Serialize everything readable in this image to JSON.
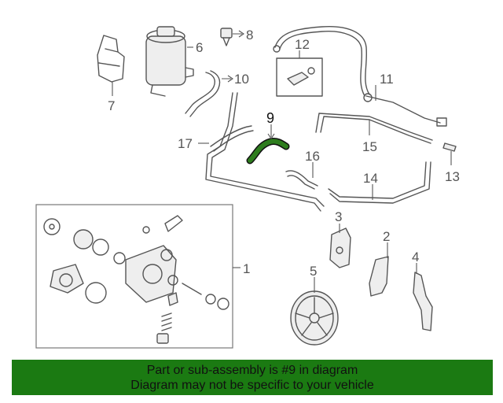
{
  "diagram": {
    "callouts": {
      "c1": "1",
      "c2": "2",
      "c3": "3",
      "c4": "4",
      "c5": "5",
      "c6": "6",
      "c7": "7",
      "c8": "8",
      "c9": "9",
      "c10": "10",
      "c11": "11",
      "c12": "12",
      "c13": "13",
      "c14": "14",
      "c15": "15",
      "c16": "16",
      "c17": "17"
    },
    "highlighted_part": "9",
    "colors": {
      "highlight": "#2e7d1e",
      "line": "#555555",
      "banner": "#1b7a12"
    }
  },
  "banner": {
    "line1": "Part or sub-assembly is #9 in diagram",
    "line2": "Diagram may not be specific to your vehicle"
  }
}
